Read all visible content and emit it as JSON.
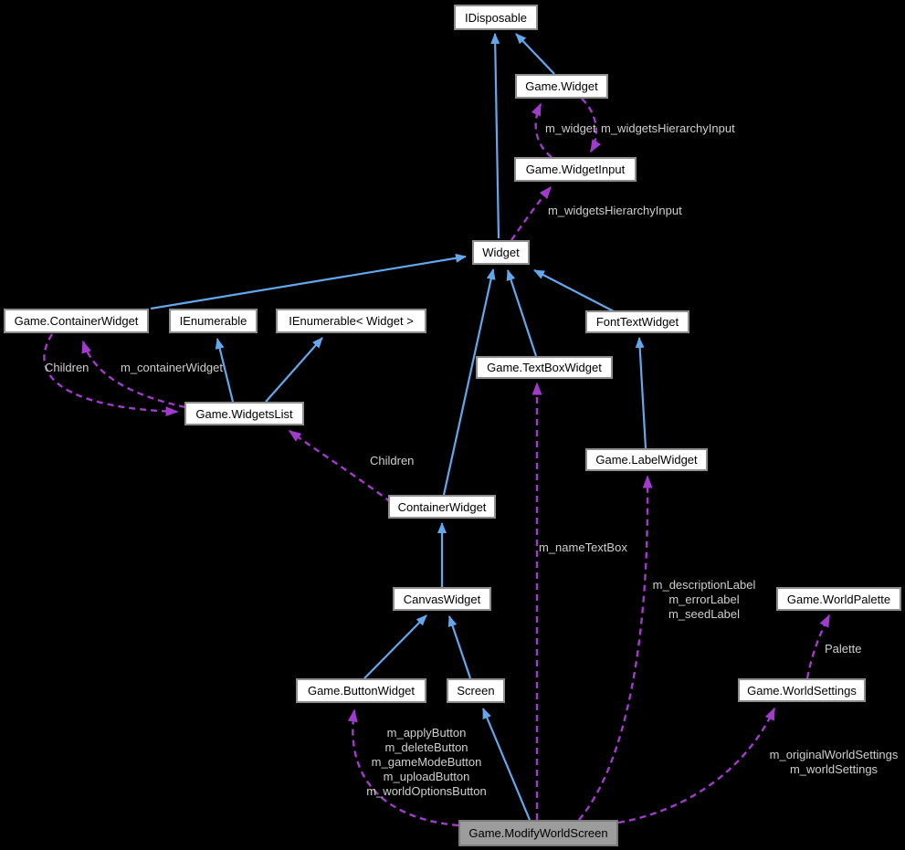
{
  "diagram": {
    "type": "collaboration-graph",
    "current_node": "Game.ModifyWorldScreen",
    "colors": {
      "background": "#000000",
      "inheritance_edge": "#63a8ec",
      "usage_edge": "#a13bcb",
      "edge_label_text": "#cfcfcf",
      "node_fill": "#ffffff",
      "node_border": "#8e8e8e",
      "node_text": "#000000",
      "current_node_fill": "#9c9c9c",
      "current_node_border": "#7c7c7c"
    },
    "nodes": [
      {
        "label": "IDisposable"
      },
      {
        "label": "Game.Widget"
      },
      {
        "label": "Game.WidgetInput"
      },
      {
        "label": "Widget"
      },
      {
        "label": "Game.ContainerWidget"
      },
      {
        "label": "IEnumerable"
      },
      {
        "label": "IEnumerable< Widget >"
      },
      {
        "label": "FontTextWidget"
      },
      {
        "label": "Game.TextBoxWidget"
      },
      {
        "label": "Game.WidgetsList"
      },
      {
        "label": "Game.LabelWidget"
      },
      {
        "label": "ContainerWidget"
      },
      {
        "label": "CanvasWidget"
      },
      {
        "label": "Game.WorldPalette"
      },
      {
        "label": "Game.ButtonWidget"
      },
      {
        "label": "Screen"
      },
      {
        "label": "Game.WorldSettings"
      },
      {
        "label": "Game.ModifyWorldScreen"
      }
    ],
    "edge_labels": [
      {
        "text": "m_widget"
      },
      {
        "text": "m_widgetsHierarchyInput"
      },
      {
        "text": "m_widgetsHierarchyInput"
      },
      {
        "text": "Children"
      },
      {
        "text": "m_containerWidget"
      },
      {
        "text": "Children"
      },
      {
        "text": "m_nameTextBox"
      },
      {
        "lines": [
          "m_descriptionLabel",
          "m_errorLabel",
          "m_seedLabel"
        ]
      },
      {
        "text": "Palette"
      },
      {
        "lines": [
          "m_applyButton",
          "m_deleteButton",
          "m_gameModeButton",
          "m_uploadButton",
          "m_worldOptionsButton"
        ]
      },
      {
        "lines": [
          "m_originalWorldSettings",
          "m_worldSettings"
        ]
      }
    ]
  }
}
